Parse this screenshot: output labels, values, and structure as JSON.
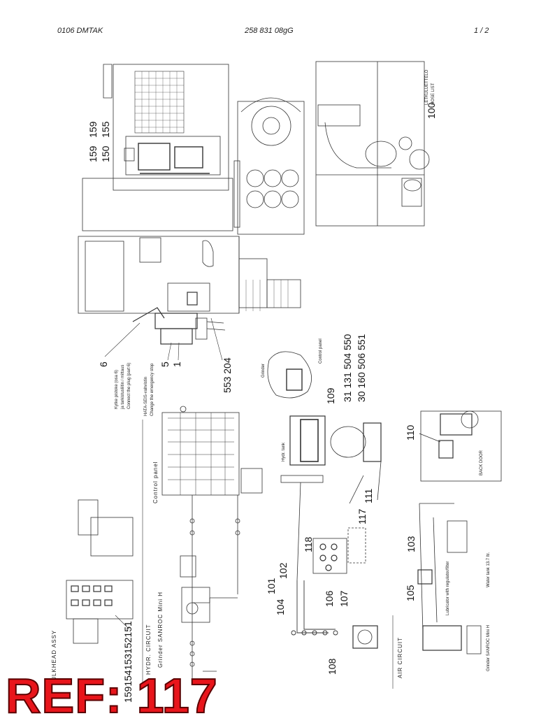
{
  "header": {
    "doc_code": "0106  DMTAK",
    "doc_number": "258 831 08gG",
    "page": "1 /  2"
  },
  "stamp": {
    "ref_text": "REF: 117"
  },
  "titles": {
    "bulkhead_assy": "BULKHEAD ASSY",
    "hydr_circuit": "HYDR. CIRCUIT",
    "hydr_sub": "Grinder SANROC Mini H",
    "air_circuit": "AIR CIRCUIT",
    "control_panel": "Control panel",
    "hose_list_fi": "LETKULUETTELO",
    "hose_list_en": "HOSE LIST"
  },
  "notes": {
    "note_fi": "Kytke pistoke (osa 6)",
    "note_fi2": "ja tarkistusliitin / mittaus",
    "note_en": "Connect the plug (part 6)",
    "note_en2": "HATA-SEIS-vahvistin",
    "note_en3": "Change the emergency stop",
    "back_door": "BACK DOOR",
    "grinder": "Grinder",
    "hydr_tank": "Hydr. tank",
    "lubricator": "Lubricator with regulator/filter",
    "water_tank": "Water tank 13.7 ltr.",
    "grinder_mini": "Grinder SANROC Mini H"
  },
  "callouts": {
    "c159a": "159",
    "c159b": "159",
    "c150": "150",
    "c155": "155",
    "c100": "100",
    "c6": "6",
    "c5": "5",
    "c1": "1",
    "c553": "553 204",
    "c31": "31 131 504 550",
    "c30": "30 160 506 551",
    "c109": "109",
    "c110": "110",
    "c111": "111",
    "c117": "117",
    "c118": "118",
    "c103": "103",
    "c102": "102",
    "c101": "101",
    "c104": "104",
    "c105": "105",
    "c106": "106",
    "c107": "107",
    "c108": "108",
    "c151": "159154153152151"
  }
}
